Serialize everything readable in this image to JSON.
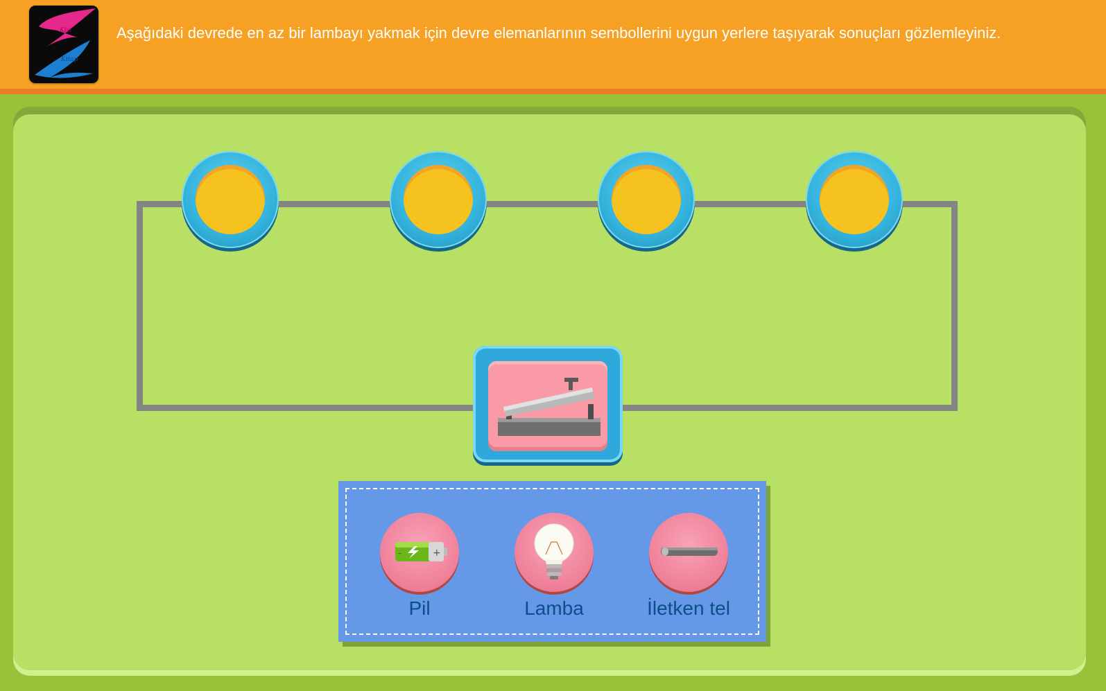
{
  "header": {
    "instruction": "Aşağıdaki devrede en az bir lambayı yakmak için devre elemanlarının sembollerini uygun yerlere taşıyarak sonuçları gözlemleyiniz.",
    "logo_text_top": "Kişi",
    "logo_text_bottom": "Kitap"
  },
  "circuit": {
    "slots": [
      {
        "id": "slot-1"
      },
      {
        "id": "slot-2"
      },
      {
        "id": "slot-3"
      },
      {
        "id": "slot-4"
      }
    ],
    "switch": {
      "state": "open"
    }
  },
  "tray": {
    "items": [
      {
        "label": "Pil",
        "icon": "battery-icon"
      },
      {
        "label": "Lamba",
        "icon": "bulb-icon"
      },
      {
        "label": "İletken tel",
        "icon": "wire-icon"
      }
    ]
  },
  "colors": {
    "header": "#f6a123",
    "background": "#97c23a",
    "panel": "#b8e064",
    "slot_ring": "#33b2dc",
    "slot_fill": "#f5c220",
    "tray": "#6598e6",
    "tool_button": "#ef7f98",
    "wire": "#858585"
  }
}
